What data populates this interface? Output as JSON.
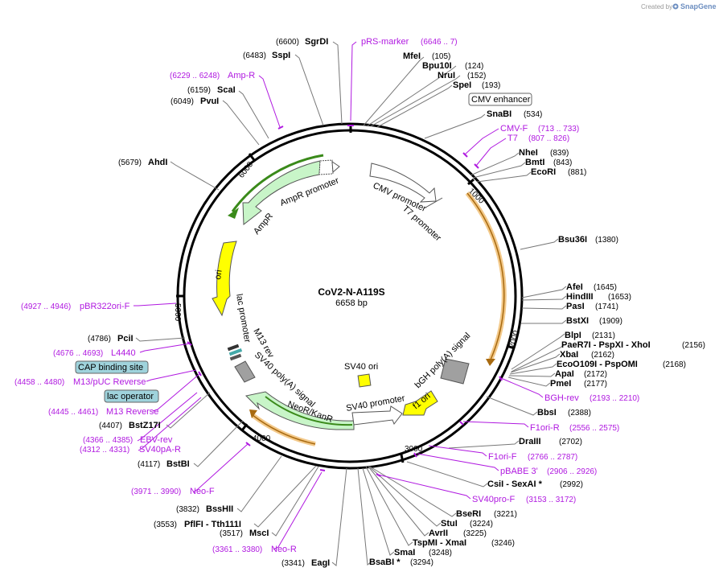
{
  "credit": {
    "prefix": "Created by",
    "brand": "SnapGene"
  },
  "plasmid": {
    "name": "CoV2-N-A119S",
    "size": "6658 bp",
    "length": 6658
  },
  "ticks": [
    "1000",
    "2000",
    "3000",
    "4000",
    "5000",
    "6000"
  ],
  "sites": [
    {
      "label": "SgrDI",
      "pos": "(6600)",
      "side": "L"
    },
    {
      "label": "SspI",
      "pos": "(6483)",
      "side": "L"
    },
    {
      "label": "ScaI",
      "pos": "(6159)",
      "side": "L"
    },
    {
      "label": "PvuI",
      "pos": "(6049)",
      "side": "L"
    },
    {
      "label": "AhdI",
      "pos": "(5679)",
      "side": "L"
    },
    {
      "label": "PciI",
      "pos": "(4786)",
      "side": "L"
    },
    {
      "label": "BstZ17I",
      "pos": "(4407)",
      "side": "L"
    },
    {
      "label": "BstBI",
      "pos": "(4117)",
      "side": "L"
    },
    {
      "label": "BssHII",
      "pos": "(3832)",
      "side": "L"
    },
    {
      "label": "PflFI - Tth111I",
      "pos": "(3553)",
      "side": "L"
    },
    {
      "label": "MscI",
      "pos": "(3517)",
      "side": "L"
    },
    {
      "label": "EagI",
      "pos": "(3341)",
      "side": "L"
    },
    {
      "label": "MfeI",
      "pos": "(105)",
      "side": "R"
    },
    {
      "label": "Bpu10I",
      "pos": "(124)",
      "side": "R"
    },
    {
      "label": "NruI",
      "pos": "(152)",
      "side": "R"
    },
    {
      "label": "SpeI",
      "pos": "(193)",
      "side": "R"
    },
    {
      "label": "SnaBI",
      "pos": "(534)",
      "side": "R"
    },
    {
      "label": "NheI",
      "pos": "(839)",
      "side": "R"
    },
    {
      "label": "BmtI",
      "pos": "(843)",
      "side": "R"
    },
    {
      "label": "EcoRI",
      "pos": "(881)",
      "side": "R"
    },
    {
      "label": "Bsu36I",
      "pos": "(1380)",
      "side": "R"
    },
    {
      "label": "AfeI",
      "pos": "(1645)",
      "side": "R"
    },
    {
      "label": "HindIII",
      "pos": "(1653)",
      "side": "R"
    },
    {
      "label": "PasI",
      "pos": "(1741)",
      "side": "R"
    },
    {
      "label": "BstXI",
      "pos": "(1909)",
      "side": "R"
    },
    {
      "label": "BlpI",
      "pos": "(2131)",
      "side": "R"
    },
    {
      "label": "PaeR7I - PspXI - XhoI",
      "pos": "(2156)",
      "side": "R"
    },
    {
      "label": "XbaI",
      "pos": "(2162)",
      "side": "R"
    },
    {
      "label": "EcoO109I - PspOMI",
      "pos": "(2168)",
      "side": "R"
    },
    {
      "label": "ApaI",
      "pos": "(2172)",
      "side": "R"
    },
    {
      "label": "PmeI",
      "pos": "(2177)",
      "side": "R"
    },
    {
      "label": "BbsI",
      "pos": "(2388)",
      "side": "R"
    },
    {
      "label": "DraIII",
      "pos": "(2702)",
      "side": "R"
    },
    {
      "label": "CsiI - SexAI *",
      "pos": "(2992)",
      "side": "R"
    },
    {
      "label": "BseRI",
      "pos": "(3221)",
      "side": "R"
    },
    {
      "label": "StuI",
      "pos": "(3224)",
      "side": "R"
    },
    {
      "label": "AvrII",
      "pos": "(3225)",
      "side": "R"
    },
    {
      "label": "TspMI - XmaI",
      "pos": "(3246)",
      "side": "R"
    },
    {
      "label": "SmaI",
      "pos": "(3248)",
      "side": "R"
    },
    {
      "label": "BsaBI *",
      "pos": "(3294)",
      "side": "R"
    }
  ],
  "primers": [
    {
      "label": "pRS-marker",
      "pos": "(6646 .. 7)"
    },
    {
      "label": "Amp-R",
      "pos": "(6229 .. 6248)"
    },
    {
      "label": "CMV-F",
      "pos": "(713 .. 733)"
    },
    {
      "label": "T7",
      "pos": "(807 .. 826)"
    },
    {
      "label": "pBR322ori-F",
      "pos": "(4927 .. 4946)"
    },
    {
      "label": "L4440",
      "pos": "(4676 .. 4693)"
    },
    {
      "label": "M13/pUC Reverse",
      "pos": "(4458 .. 4480)"
    },
    {
      "label": "M13 Reverse",
      "pos": "(4445 .. 4461)"
    },
    {
      "label": "EBV-rev",
      "pos": "(4366 .. 4385)"
    },
    {
      "label": "SV40pA-R",
      "pos": "(4312 .. 4331)"
    },
    {
      "label": "Neo-F",
      "pos": "(3971 .. 3990)"
    },
    {
      "label": "Neo-R",
      "pos": "(3361 .. 3380)"
    },
    {
      "label": "BGH-rev",
      "pos": "(2193 .. 2210)"
    },
    {
      "label": "F1ori-R",
      "pos": "(2556 .. 2575)"
    },
    {
      "label": "F1ori-F",
      "pos": "(2766 .. 2787)"
    },
    {
      "label": "pBABE 3'",
      "pos": "(2906 .. 2926)"
    },
    {
      "label": "SV40pro-F",
      "pos": "(3153 .. 3172)"
    }
  ],
  "boxed": [
    {
      "label": "CMV enhancer",
      "fill": "#ffffff"
    },
    {
      "label": "CAP binding site",
      "fill": "#9fd3dc"
    },
    {
      "label": "lac operator",
      "fill": "#9fd3dc"
    }
  ],
  "features": [
    {
      "label": "CMV promoter"
    },
    {
      "label": "T7 promoter"
    },
    {
      "label": "AmpR promoter"
    },
    {
      "label": "AmpR"
    },
    {
      "label": "ori"
    },
    {
      "label": "lac promoter"
    },
    {
      "label": "M13 rev"
    },
    {
      "label": "SV40 poly(A) signal"
    },
    {
      "label": "NeoR/KanR"
    },
    {
      "label": "SV40 promoter"
    },
    {
      "label": "SV40 ori"
    },
    {
      "label": "bGH poly(A) signal"
    },
    {
      "label": "f1 ori"
    }
  ],
  "colors": {
    "backbone": "#000000",
    "primer": "#b019e0",
    "cds_fill": "#c8f5c8",
    "cds_line": "#3a8a1a",
    "orange": "#e8a43a",
    "ori_fill": "#ffff00",
    "gray": "#a0a0a0",
    "box_blue": "#9fd3dc"
  },
  "icons": [
    "snapgene-logo-icon"
  ]
}
